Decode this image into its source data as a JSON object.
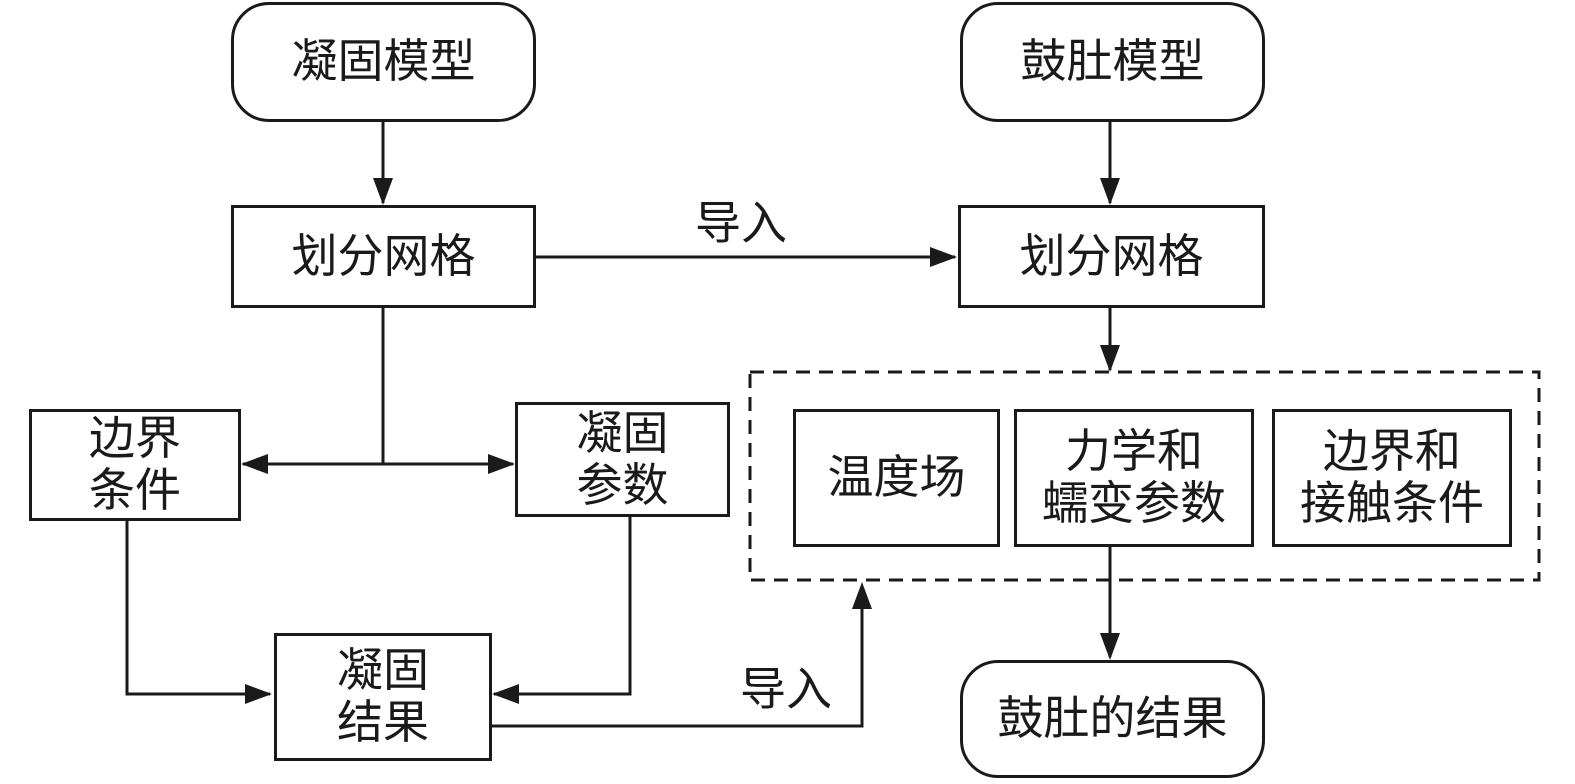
{
  "nodes": {
    "solid_model": "凝固模型",
    "drum_model": "鼓肚模型",
    "mesh_left": "划分网格",
    "mesh_right": "划分网格",
    "boundary": [
      "边界",
      "条件"
    ],
    "solid_params": [
      "凝固",
      "参数"
    ],
    "temp_field": "温度场",
    "mech_creep": [
      "力学和",
      "蠕变参数"
    ],
    "boundary_contact": [
      "边界和",
      "接触条件"
    ],
    "solid_result": [
      "凝固",
      "结果"
    ],
    "drum_result": "鼓肚的结果"
  },
  "edge_labels": {
    "import_top": "导入",
    "import_bottom": "导入"
  },
  "colors": {
    "stroke": "#1a1a1a",
    "background": "#ffffff"
  }
}
